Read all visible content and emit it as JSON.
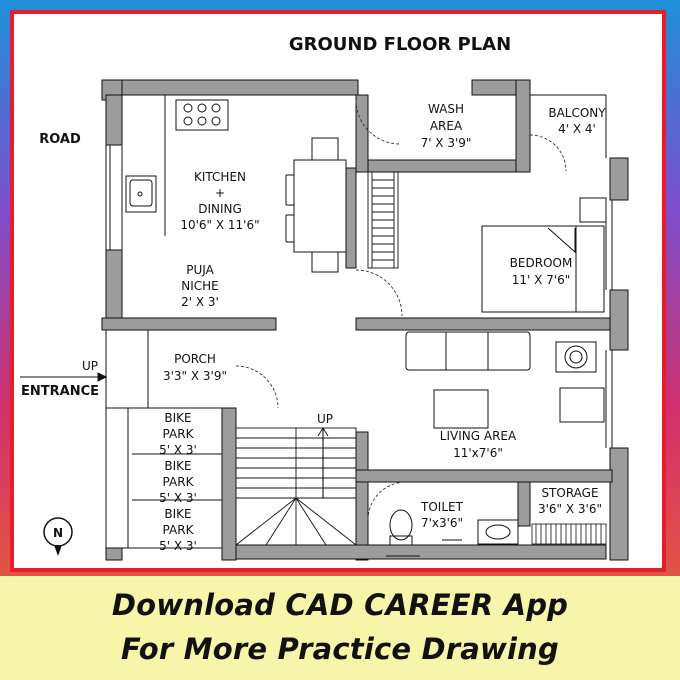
{
  "title": "GROUND FLOOR PLAN",
  "road_label": "ROAD",
  "entrance_label": "ENTRANCE",
  "up_entrance": "UP",
  "up_stairs": "UP",
  "north_label": "N",
  "rooms": {
    "wash_area": {
      "name": "WASH",
      "name2": "AREA",
      "size": "7' X 3'9\""
    },
    "balcony": {
      "name": "BALCONY",
      "size": "4' X 4'"
    },
    "kitchen": {
      "name": "KITCHEN",
      "plus": "+",
      "name2": "DINING",
      "size": "10'6\" X 11'6\""
    },
    "bedroom": {
      "name": "BEDROOM",
      "size": "11' X 7'6\""
    },
    "puja": {
      "name": "PUJA",
      "name2": "NICHE",
      "size": "2' X 3'"
    },
    "porch": {
      "name": "PORCH",
      "size": "3'3\" X 3'9\""
    },
    "living": {
      "name": "LIVING AREA",
      "size": "11'x7'6\""
    },
    "toilet": {
      "name": "TOILET",
      "size": "7'x3'6\""
    },
    "storage": {
      "name": "STORAGE",
      "size": "3'6\" X 3'6\""
    }
  },
  "bike_parks": [
    {
      "name": "BIKE",
      "name2": "PARK",
      "size": "5' X 3'"
    },
    {
      "name": "BIKE",
      "name2": "PARK",
      "size": "5' X 3'"
    },
    {
      "name": "BIKE",
      "name2": "PARK",
      "size": "5' X 3'"
    }
  ],
  "banner": {
    "line1": "Download CAD CAREER App",
    "line2": "For More Practice Drawing"
  },
  "colors": {
    "frame": "#e3202a",
    "wall": "#9c9c9c",
    "banner_bg": "#f6f5a9"
  }
}
